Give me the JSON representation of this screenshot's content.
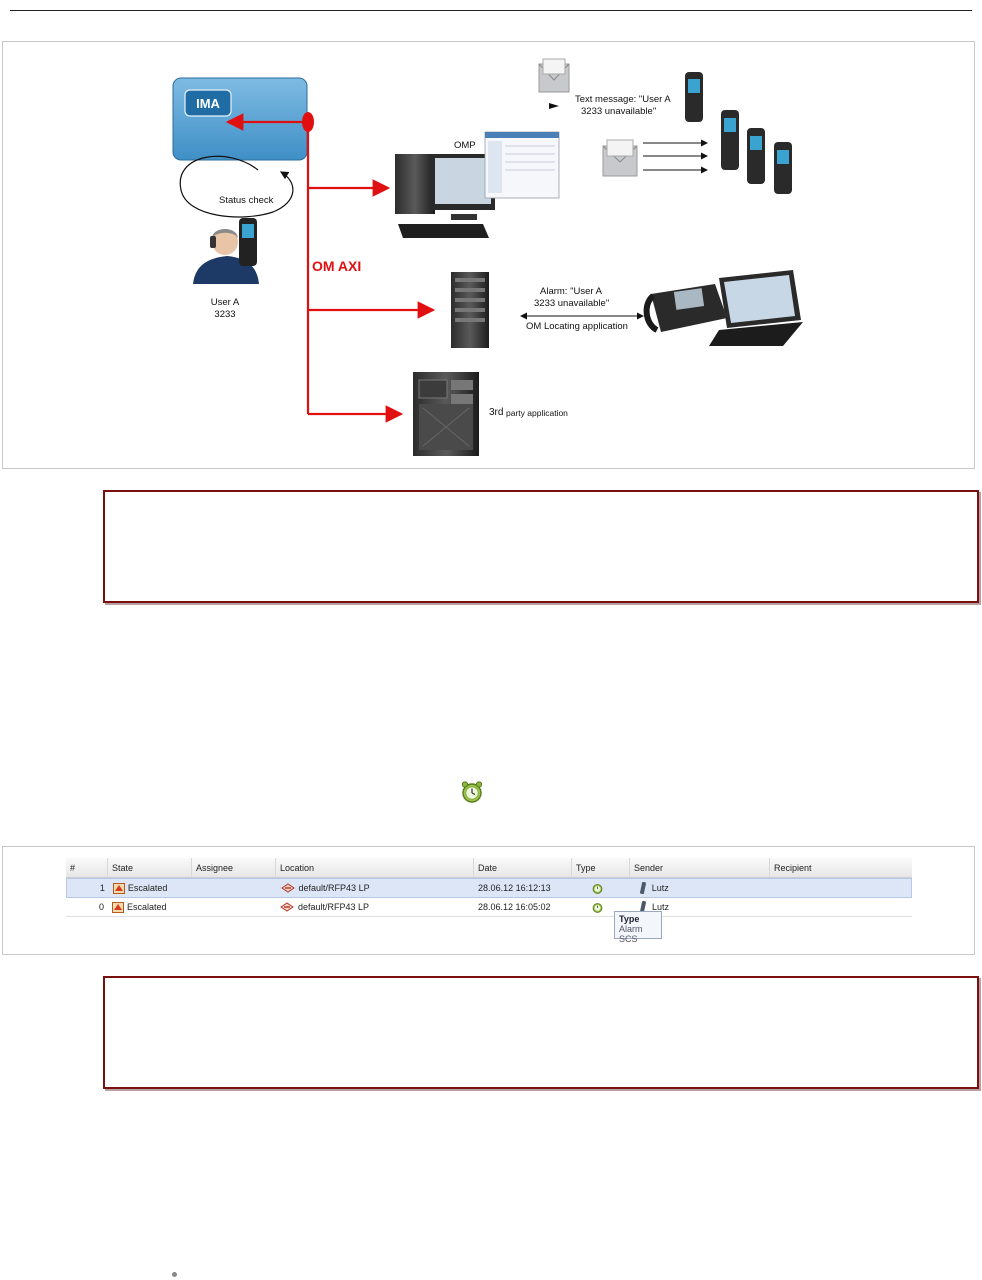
{
  "diagram": {
    "ima_label": "IMA",
    "status_check": "Status check",
    "user_name": "User A",
    "user_number": "3233",
    "omp_label": "OMP",
    "om_axi_label": "OM AXI",
    "text_message_line1": "Text message: \"User A",
    "text_message_line2": "3233 unavailable\"",
    "alarm_line1": "Alarm: \"User A",
    "alarm_line2": "3233 unavailable\"",
    "locating_label": "OM Locating application",
    "third_party_sup": "3rd",
    "third_party_rest": "party application",
    "colors": {
      "red_line": "#e01010",
      "ima_box": "#5aa6d6"
    }
  },
  "grid": {
    "headers": [
      "#",
      "State",
      "Assignee",
      "Location",
      "Date",
      "Type",
      "Sender",
      "Recipient"
    ],
    "rows": [
      {
        "num": "1",
        "state": "Escalated",
        "assignee": "",
        "location": "default/RFP43 LP",
        "date": "28.06.12 16:12:13",
        "sender": "Lutz",
        "recipient": "",
        "selected": true
      },
      {
        "num": "0",
        "state": "Escalated",
        "assignee": "",
        "location": "default/RFP43 LP",
        "date": "28.06.12 16:05:02",
        "sender": "Lutz",
        "recipient": "",
        "selected": false
      }
    ],
    "tooltip": {
      "title": "Type",
      "value": "Alarm SCS"
    }
  },
  "icons": {
    "alarm": "alarm-clock-icon",
    "state": "escalated-state-icon",
    "location": "location-icon",
    "sender": "handset-icon"
  }
}
